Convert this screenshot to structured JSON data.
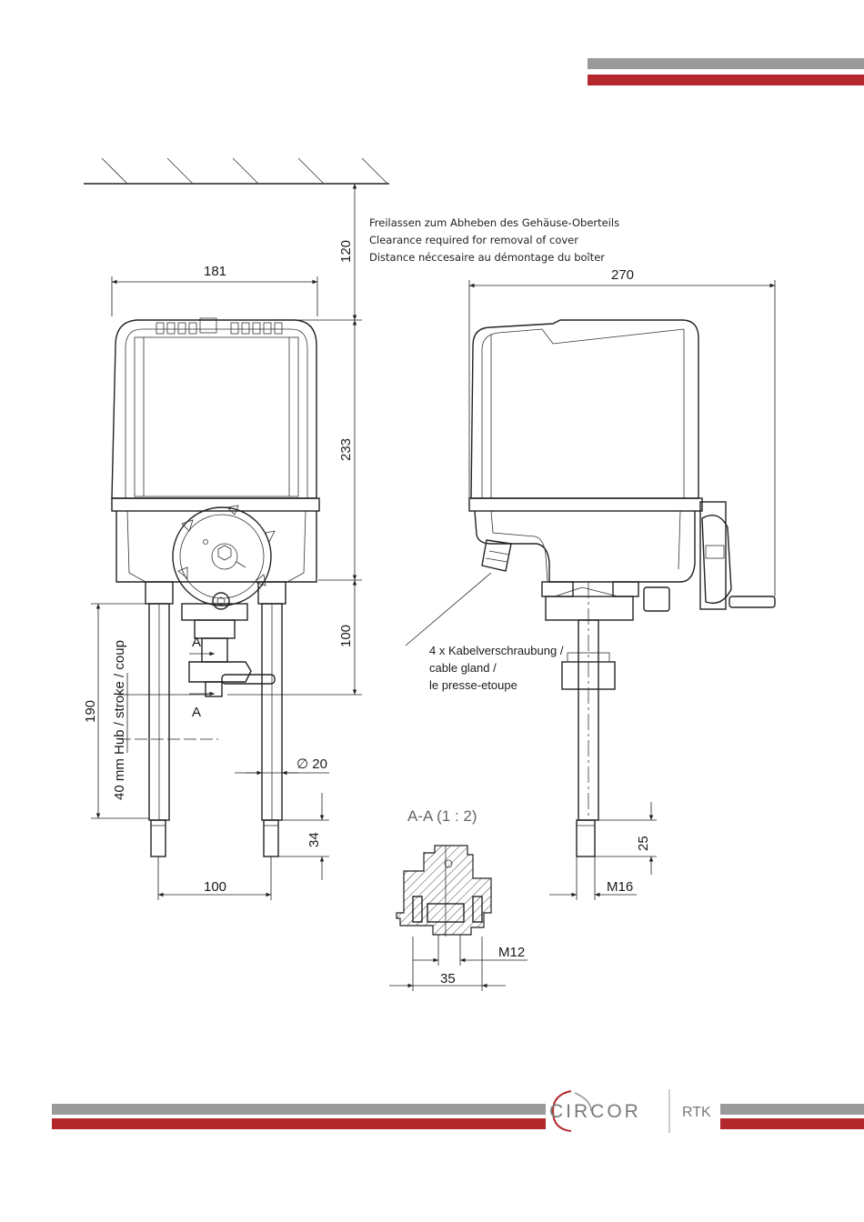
{
  "note": {
    "de": "Freilassen zum Abheben des Gehäuse-Oberteils",
    "en": "Clearance required for removal of cover",
    "fr": "Distance néccesaire au démontage du boîter"
  },
  "dims": {
    "width_front": "181",
    "width_side": "270",
    "clearance": "120",
    "housing_height": "233",
    "yoke_height": "100",
    "total_height": "190",
    "stroke": "40 mm Hub / stroke / coup",
    "rod_diameter": "∅ 20",
    "rod_end": "34",
    "rod_spacing": "100",
    "thread_length": "25",
    "thread_side": "M16",
    "section_thread": "M12",
    "section_width": "35"
  },
  "section": {
    "marker": "A",
    "title": "A-A (1 : 2)"
  },
  "gland": {
    "line1": "4 x Kabelverschraubung /",
    "line2": "cable gland /",
    "line3": "le presse-etoupe"
  },
  "footer": {
    "brand": "CIRCOR",
    "sub": "RTK"
  },
  "colors": {
    "bar_gray": "#9a9a9a",
    "bar_red": "#b3282d"
  }
}
